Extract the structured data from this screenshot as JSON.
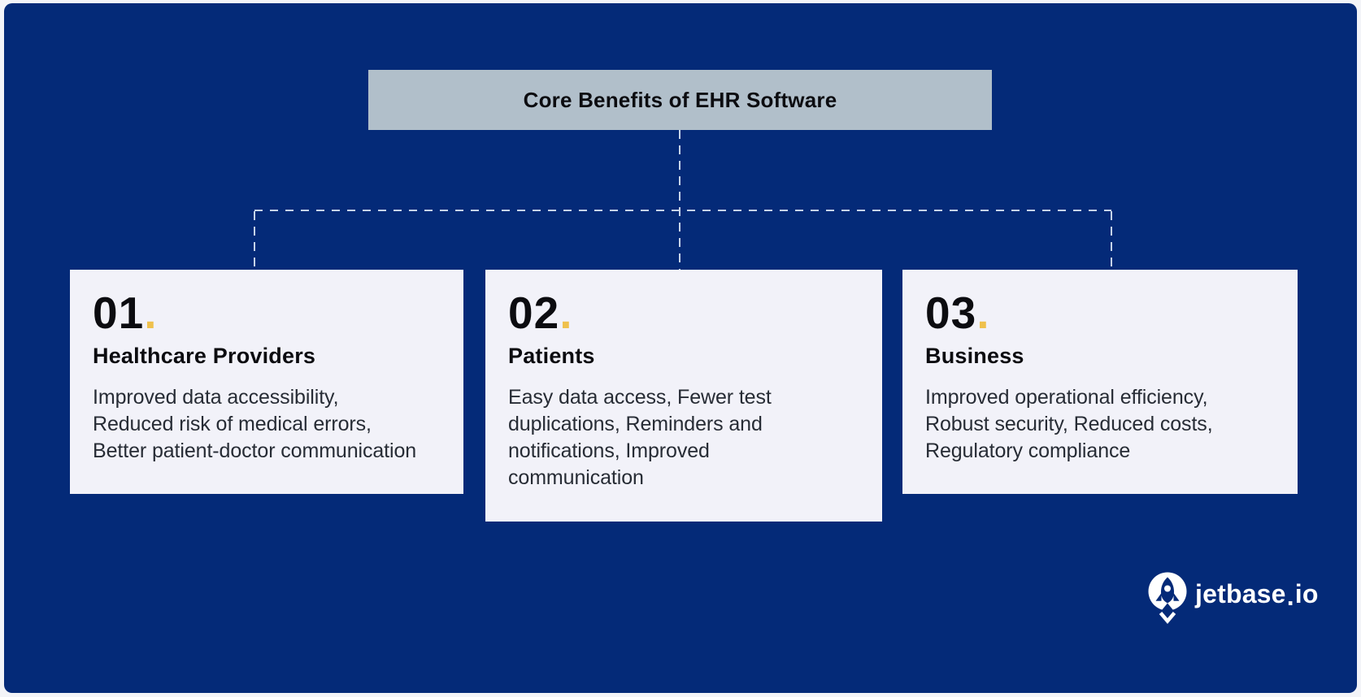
{
  "colors": {
    "page_bg": "#f3f4f8",
    "canvas_bg": "#042a78",
    "header_bg": "#b1bfca",
    "card_bg": "#f2f2f9",
    "accent_yellow": "#efc14d",
    "heading_text": "#0c0c10",
    "body_text": "#272c35",
    "connector": "#c5d3e8",
    "logo_text": "#ffffff"
  },
  "header": {
    "title": "Core Benefits of EHR Software"
  },
  "cards": [
    {
      "number": "01",
      "dot": ".",
      "title": "Healthcare Providers",
      "lines": [
        "Improved data accessibility,",
        "Reduced risk of medical errors,",
        "Better patient-doctor communication"
      ]
    },
    {
      "number": "02",
      "dot": ".",
      "title": "Patients",
      "lines": [
        "Easy data access, Fewer test",
        "duplications, Reminders and",
        "notifications, Improved",
        "communication"
      ]
    },
    {
      "number": "03",
      "dot": ".",
      "title": "Business",
      "lines": [
        "Improved operational efficiency,",
        "Robust security, Reduced costs,",
        "Regulatory compliance"
      ]
    }
  ],
  "logo": {
    "name": "jetbase",
    "dot": ".",
    "tld": "io",
    "icon": "rocket-icon"
  }
}
